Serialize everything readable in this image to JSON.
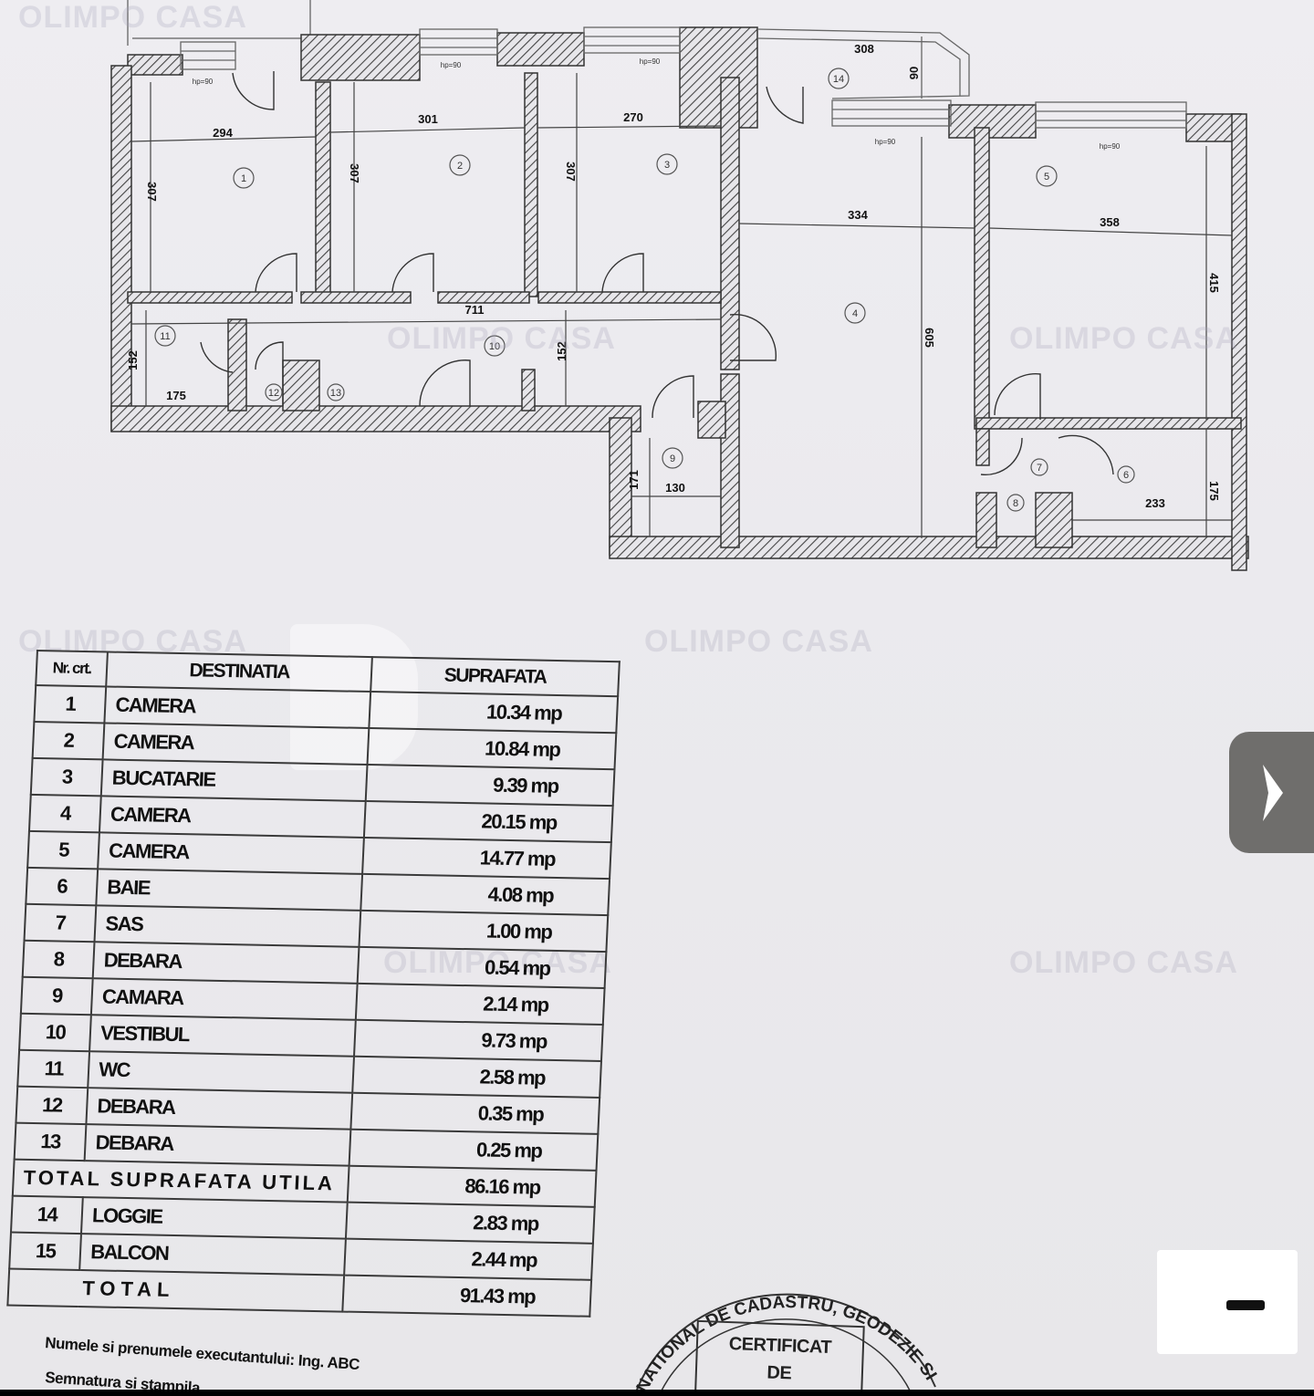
{
  "viewer": {
    "next_button": {
      "icon": "chevron-right-icon",
      "glyph": "❯"
    },
    "minimize_button": {
      "icon": "minus-icon"
    }
  },
  "watermarks": [
    "OLIMPO CASA",
    "OLIMPO CASA",
    "OLIMPO CASA",
    "OLIMPO CASA",
    "OLIMPO CASA",
    "OLIMPO CASA",
    "OLIMPO CASA"
  ],
  "floor_plan": {
    "dimensions": {
      "room1_width": "294",
      "room1_height": "307",
      "room2_width": "301",
      "room2_height": "307",
      "room3_width": "270",
      "room3_height": "307",
      "room4_width": "334",
      "room4_height": "605",
      "room5_width": "358",
      "room5_height": "415",
      "room6_width": "233",
      "room6_height": "175",
      "room9_width": "130",
      "room9_height": "171",
      "room10_width": "711",
      "room10_height": "152",
      "room11_width": "175",
      "room11_height": "152",
      "room14_width": "308",
      "room14_height": "90",
      "window_note": "hp=90"
    },
    "room_numbers": [
      "1",
      "2",
      "3",
      "4",
      "5",
      "6",
      "7",
      "8",
      "9",
      "10",
      "11",
      "12",
      "13",
      "14"
    ]
  },
  "table": {
    "headers": {
      "nr": "Nr. crt.",
      "dest": "DESTINATIA",
      "sup": "SUPRAFATA"
    },
    "rows": [
      {
        "nr": "1",
        "dest": "CAMERA",
        "sup": "10.34 mp"
      },
      {
        "nr": "2",
        "dest": "CAMERA",
        "sup": "10.84 mp"
      },
      {
        "nr": "3",
        "dest": "BUCATARIE",
        "sup": "9.39 mp"
      },
      {
        "nr": "4",
        "dest": "CAMERA",
        "sup": "20.15 mp"
      },
      {
        "nr": "5",
        "dest": "CAMERA",
        "sup": "14.77 mp"
      },
      {
        "nr": "6",
        "dest": "BAIE",
        "sup": "4.08 mp"
      },
      {
        "nr": "7",
        "dest": "SAS",
        "sup": "1.00 mp"
      },
      {
        "nr": "8",
        "dest": "DEBARA",
        "sup": "0.54 mp"
      },
      {
        "nr": "9",
        "dest": "CAMARA",
        "sup": "2.14 mp"
      },
      {
        "nr": "10",
        "dest": "VESTIBUL",
        "sup": "9.73 mp"
      },
      {
        "nr": "11",
        "dest": "WC",
        "sup": "2.58 mp"
      },
      {
        "nr": "12",
        "dest": "DEBARA",
        "sup": "0.35 mp"
      },
      {
        "nr": "13",
        "dest": "DEBARA",
        "sup": "0.25 mp"
      }
    ],
    "total_util": {
      "label": "TOTAL SUPRAFATA UTILA",
      "sup": "86.16 mp"
    },
    "extra_rows": [
      {
        "nr": "14",
        "dest": "LOGGIE",
        "sup": "2.83 mp"
      },
      {
        "nr": "15",
        "dest": "BALCON",
        "sup": "2.44 mp"
      }
    ],
    "total": {
      "label": "TOTAL",
      "sup": "91.43 mp"
    }
  },
  "signature": {
    "line1": "Numele si prenumele executantului: Ing. ABC",
    "line2": "Semnatura si stampila"
  },
  "stamp": {
    "arc_text": "NATIONAL DE CADASTRU, GEODEZIE SI C",
    "box_line1": "CERTIFICAT",
    "box_line2": "DE"
  }
}
